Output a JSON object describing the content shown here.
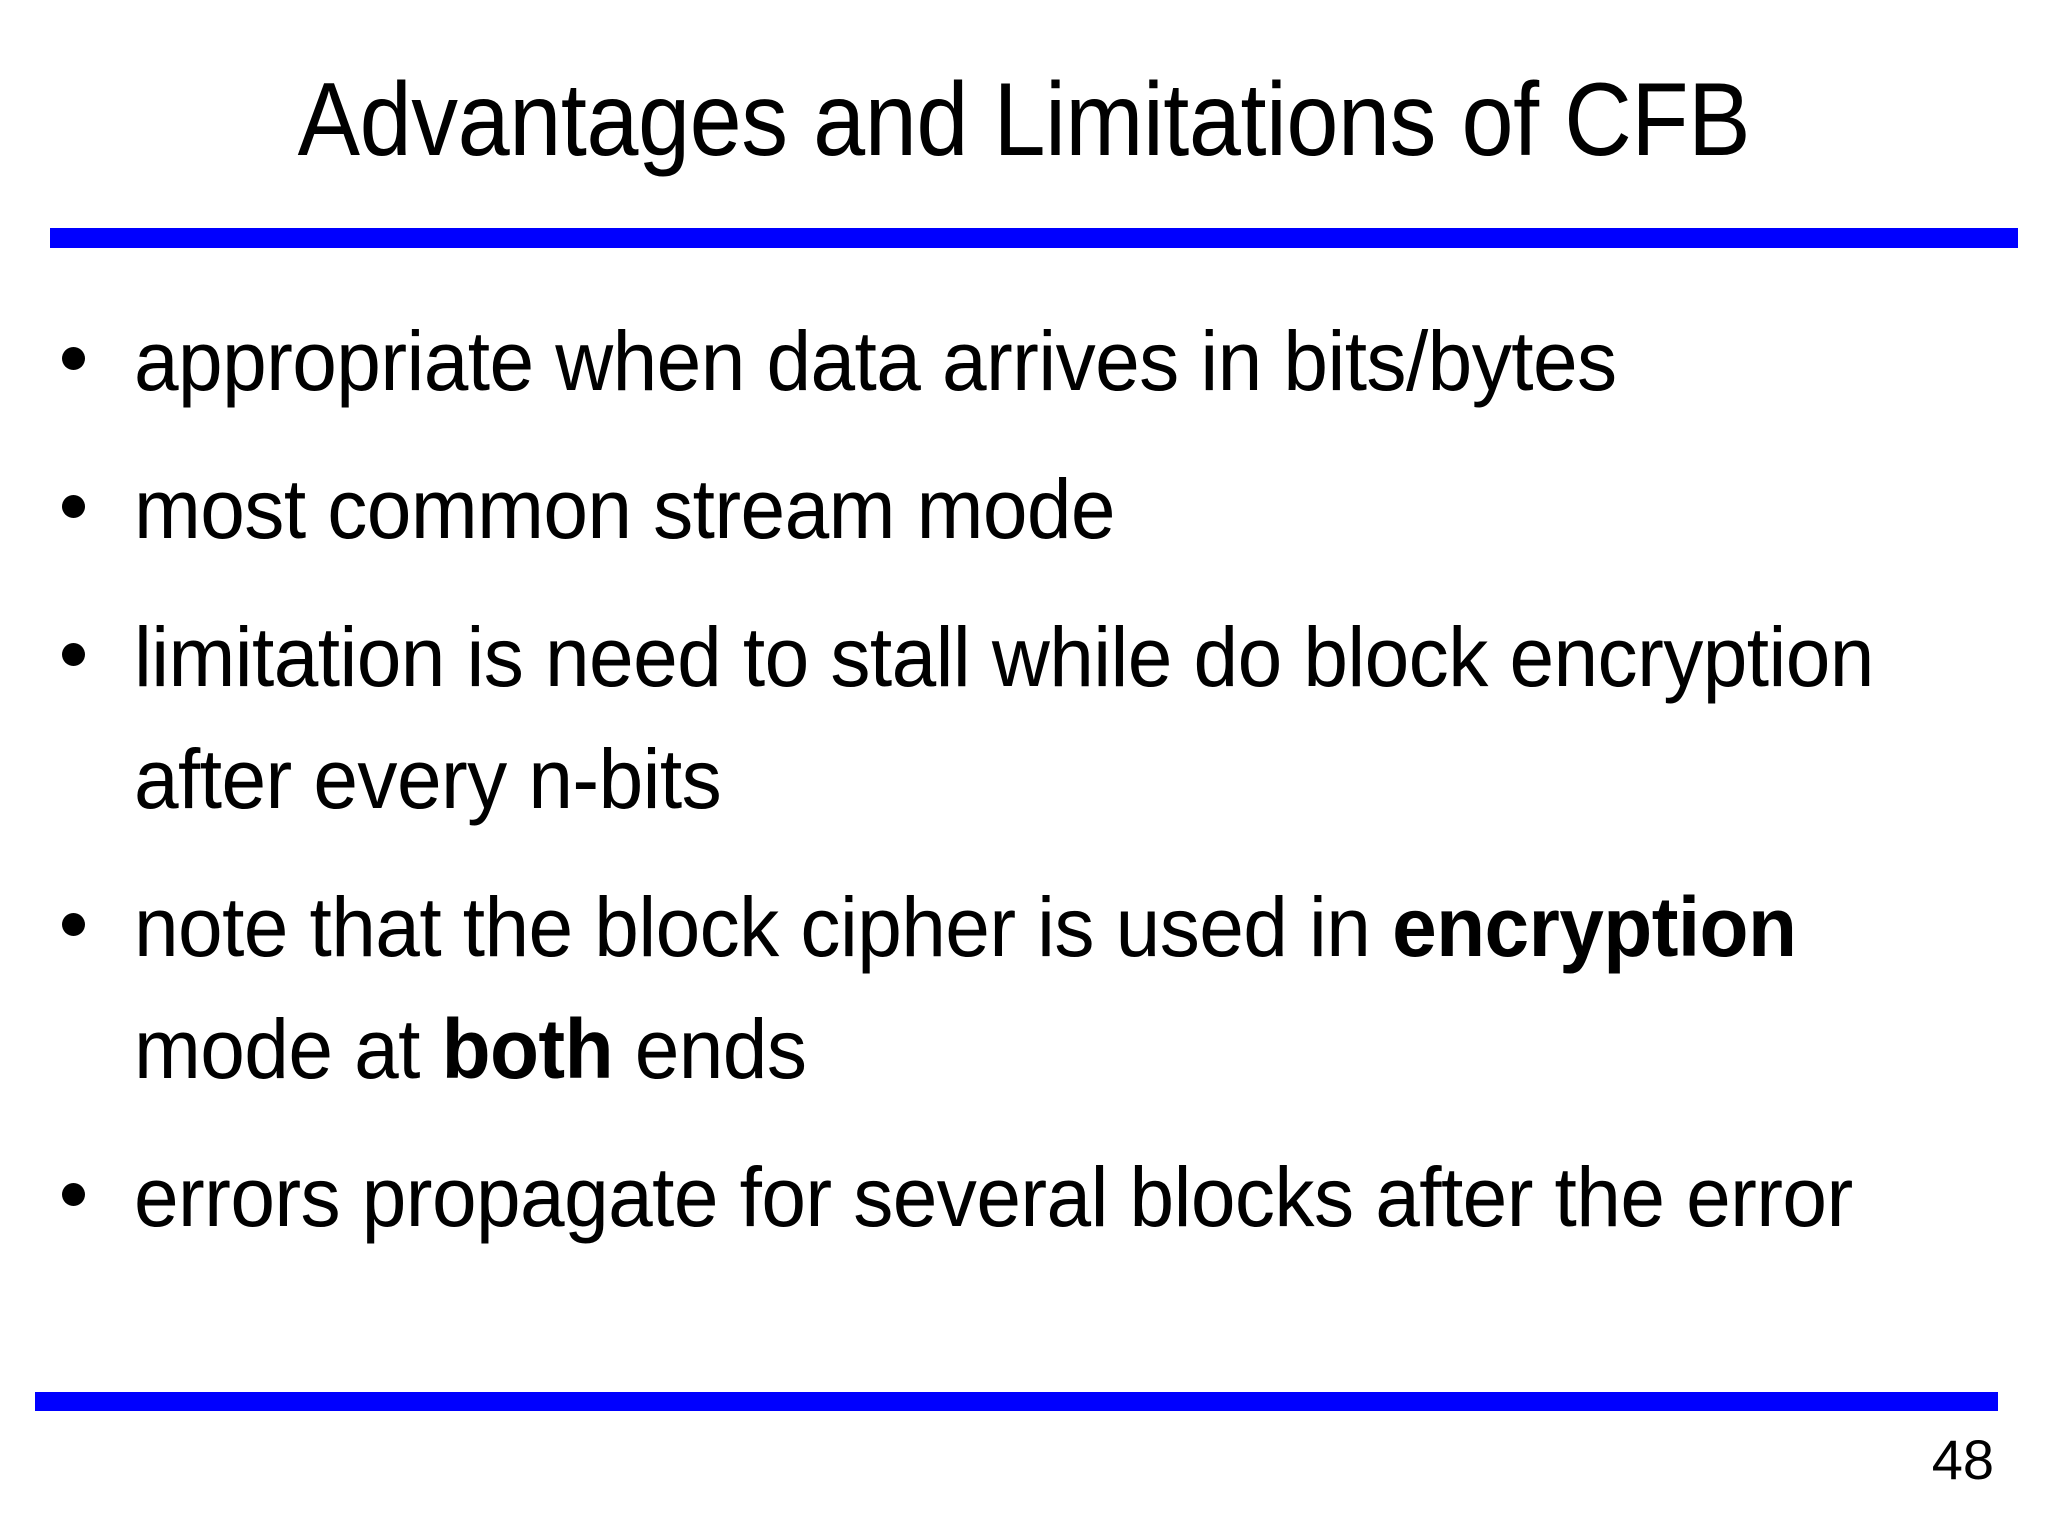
{
  "slide": {
    "title": "Advantages and Limitations of CFB",
    "page_number": "48",
    "accent_color": "#0000FF",
    "text_color": "#000000",
    "background_color": "#FFFFFF",
    "bullet_glyph": "•",
    "bullets": [
      {
        "id": "bullet-1",
        "text": "appropriate when data arrives in bits/bytes",
        "runs": [
          {
            "text": "appropriate when data arrives in bits/bytes",
            "bold": false
          }
        ]
      },
      {
        "id": "bullet-2",
        "text": "most common stream mode",
        "runs": [
          {
            "text": "most common stream mode",
            "bold": false
          }
        ]
      },
      {
        "id": "bullet-3",
        "text": "limitation is need to stall while do block encryption after every n-bits",
        "runs": [
          {
            "text": "limitation is need to stall while do block encryption after every n-bits",
            "bold": false
          }
        ]
      },
      {
        "id": "bullet-4",
        "text": "note that the block cipher is used in encryption mode at both ends",
        "runs": [
          {
            "text": "note that the block cipher is used in ",
            "bold": false
          },
          {
            "text": "encryption",
            "bold": true
          },
          {
            "text": " mode at ",
            "bold": false
          },
          {
            "text": "both",
            "bold": true
          },
          {
            "text": " ends",
            "bold": false
          }
        ]
      },
      {
        "id": "bullet-5",
        "text": "errors propagate for several blocks after the error",
        "runs": [
          {
            "text": "errors propagate for several blocks after the error",
            "bold": false
          }
        ]
      }
    ]
  }
}
